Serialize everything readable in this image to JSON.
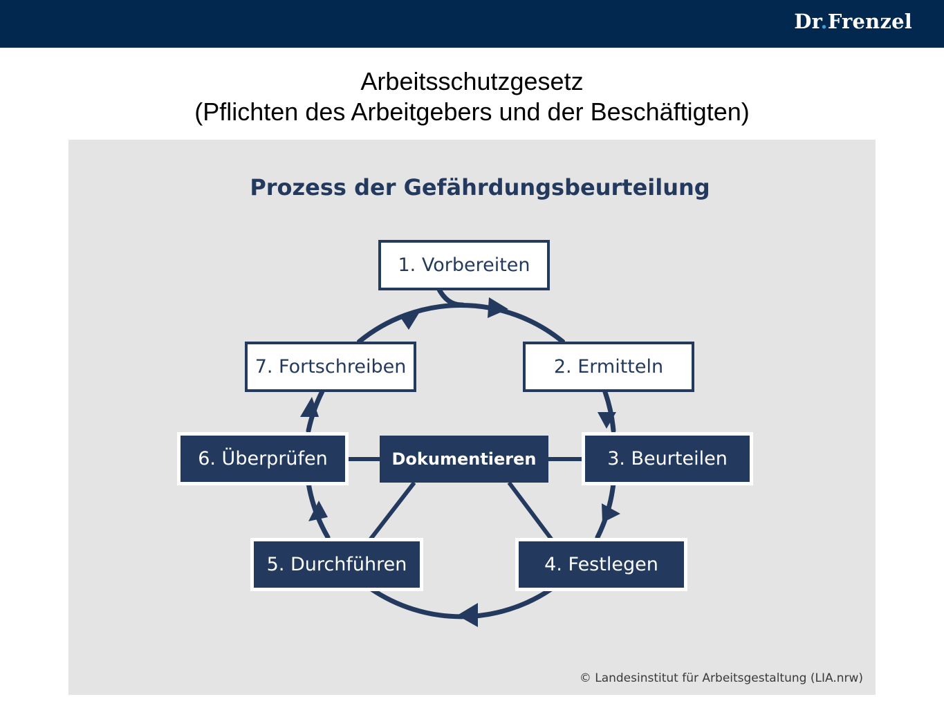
{
  "header": {
    "brand_prefix": "Dr",
    "brand_dot": ".",
    "brand_suffix": "Frenzel"
  },
  "slide": {
    "title_line1": "Arbeitsschutzgesetz",
    "title_line2": "(Pflichten des Arbeitgebers und der Beschäftigten)"
  },
  "diagram": {
    "title": "Prozess der Gefährdungsbeurteilung",
    "center": "Dokumentieren",
    "steps": [
      {
        "label": "1. Vorbereiten"
      },
      {
        "label": "2. Ermitteln"
      },
      {
        "label": "3. Beurteilen"
      },
      {
        "label": "4. Festlegen"
      },
      {
        "label": "5. Durchführen"
      },
      {
        "label": "6. Überprüfen"
      },
      {
        "label": "7. Fortschreiben"
      }
    ],
    "credit": "© Landesinstitut für Arbeitsgestaltung (LIA.nrw)"
  },
  "colors": {
    "header_bg": "#02284f",
    "navy": "#233a5e",
    "panel_bg": "#e4e4e4",
    "brand_dot": "#3aa0d8"
  }
}
